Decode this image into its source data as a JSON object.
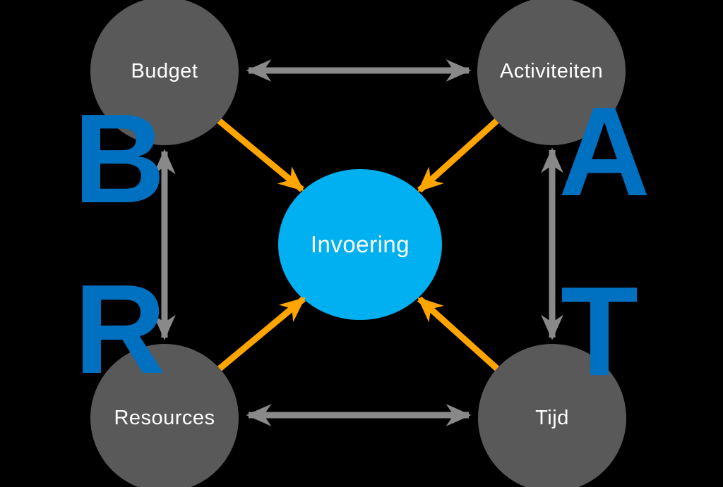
{
  "nodes": {
    "budget": {
      "label": "Budget"
    },
    "activiteiten": {
      "label": "Activiteiten"
    },
    "resources": {
      "label": "Resources"
    },
    "tijd": {
      "label": "Tijd"
    },
    "center": {
      "label": "Invoering"
    }
  },
  "letters": {
    "b": "B",
    "a": "A",
    "r": "R",
    "t": "T"
  },
  "colors": {
    "background": "#000000",
    "node_gray": "#595959",
    "node_center_blue": "#00B0F0",
    "letter_blue": "#0070C0",
    "arrow_gray": "#898989",
    "arrow_orange": "#FFA500",
    "label_text": "#FFFFFF"
  },
  "connections": {
    "bidirectional_gray": [
      {
        "from": "Budget",
        "to": "Activiteiten"
      },
      {
        "from": "Budget",
        "to": "Resources"
      },
      {
        "from": "Activiteiten",
        "to": "Tijd"
      },
      {
        "from": "Resources",
        "to": "Tijd"
      }
    ],
    "directed_orange": [
      {
        "from": "Budget",
        "to": "Invoering"
      },
      {
        "from": "Activiteiten",
        "to": "Invoering"
      },
      {
        "from": "Resources",
        "to": "Invoering"
      },
      {
        "from": "Tijd",
        "to": "Invoering"
      }
    ]
  }
}
